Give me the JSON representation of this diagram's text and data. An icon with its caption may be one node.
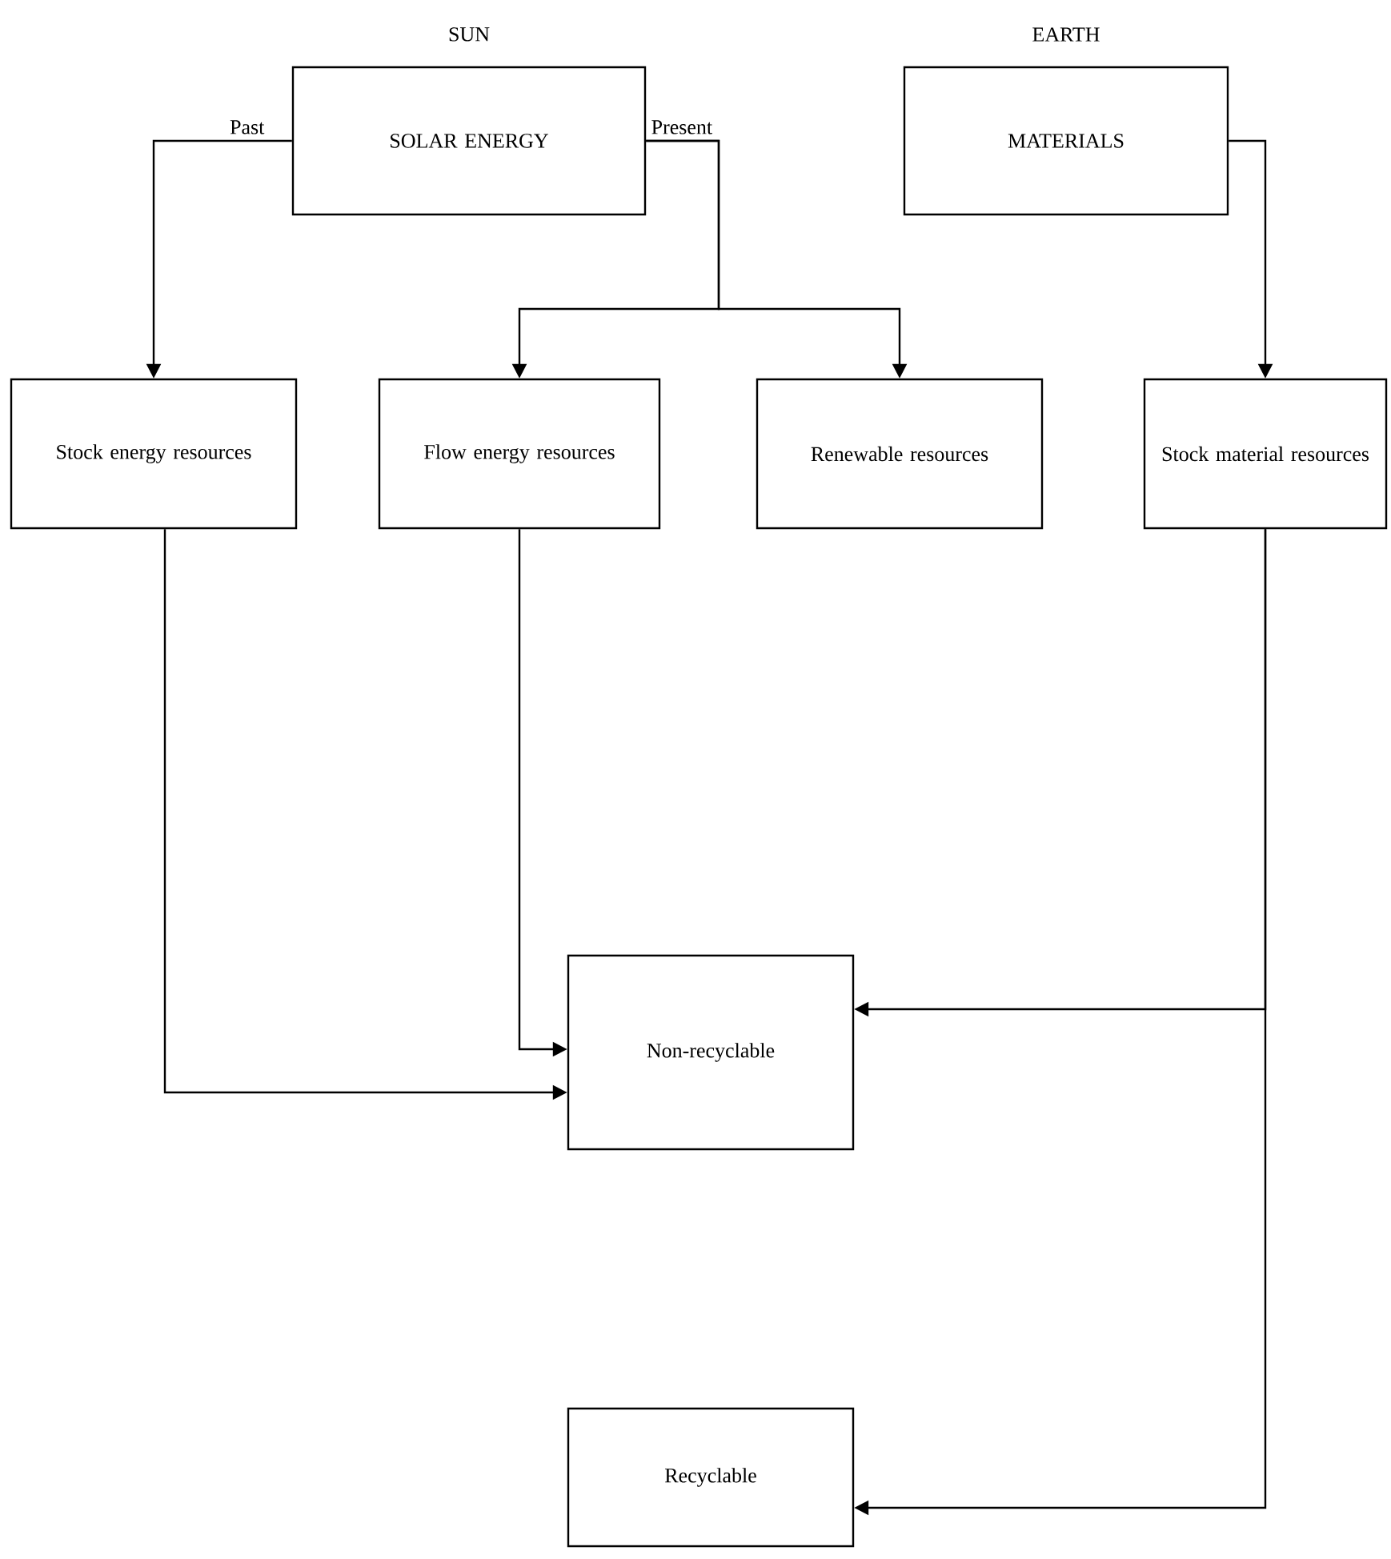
{
  "diagram": {
    "nodes": [
      {
        "text": [
          "SUN",
          "SOLAR ENERGY"
        ]
      },
      {
        "text": [
          "EARTH",
          "MATERIALS"
        ]
      },
      {
        "text": [
          "Stock energy resources"
        ]
      },
      {
        "text": [
          "Flow energy resources"
        ]
      },
      {
        "text": [
          "Renewable resources"
        ]
      },
      {
        "text": [
          "Stock material resources"
        ]
      },
      {
        "text": [
          "Non-recyclable"
        ]
      },
      {
        "text": [
          "Recyclable"
        ]
      }
    ],
    "edges": [
      {
        "from": 0,
        "to": 2,
        "arrow": "to",
        "label": "Past"
      },
      {
        "from": 0,
        "to": 3,
        "arrow": "to",
        "label": "Present"
      },
      {
        "from": 0,
        "to": 4,
        "arrow": "to"
      },
      {
        "from": 1,
        "to": 5,
        "arrow": "to"
      },
      {
        "from": 3,
        "to": 6,
        "arrow": "to"
      },
      {
        "from": 2,
        "to": 6,
        "arrow": "to"
      },
      {
        "from": 5,
        "to": 6,
        "arrow": "to"
      },
      {
        "from": 5,
        "to": 7,
        "arrow": "to"
      }
    ]
  }
}
